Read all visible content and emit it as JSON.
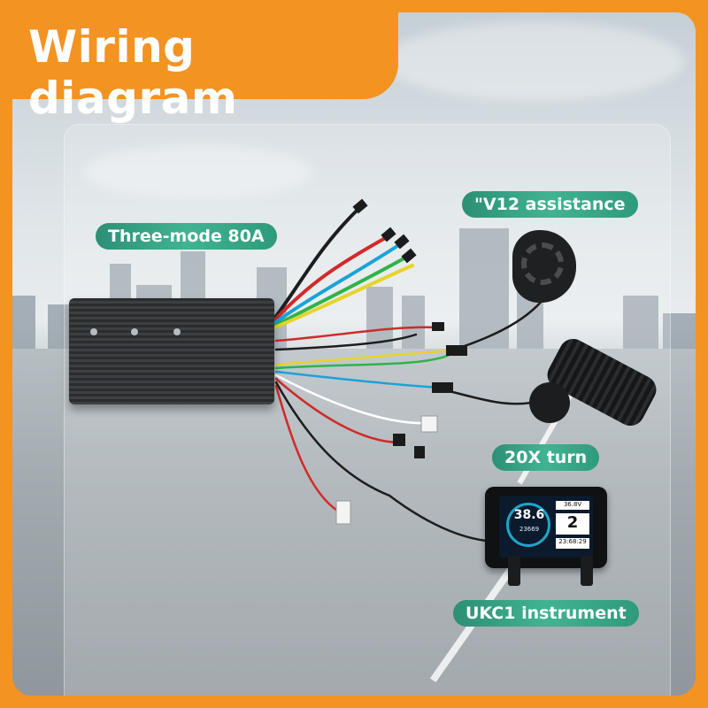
{
  "title": "Wiring diagram",
  "labels": {
    "controller": "Three-mode 80A",
    "pas_sensor": "\"V12 assistance",
    "throttle": "20X turn",
    "instrument": "UKC1 instrument"
  },
  "display": {
    "speed": "38.6",
    "odometer": "23669",
    "voltage": "36.8V",
    "assist_level": "2",
    "clock": "23:68:29"
  },
  "colors": {
    "frame": "#f39322",
    "label_bg": "#3aa886",
    "title_text": "#ffffff"
  }
}
